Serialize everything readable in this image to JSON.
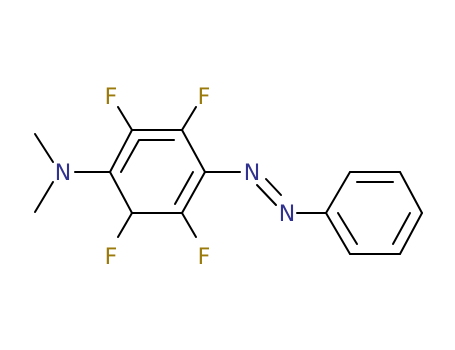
{
  "molecule": {
    "colors": {
      "bond": "#000000",
      "fluorine": "#9a7a0a",
      "nitrogen": "#31318f"
    },
    "labels": {
      "f_top_left": "F",
      "f_top_right": "F",
      "f_bottom_left": "F",
      "f_bottom_right": "F",
      "n_amine": "N",
      "n_azo_1": "N",
      "n_azo_2": "N"
    }
  }
}
